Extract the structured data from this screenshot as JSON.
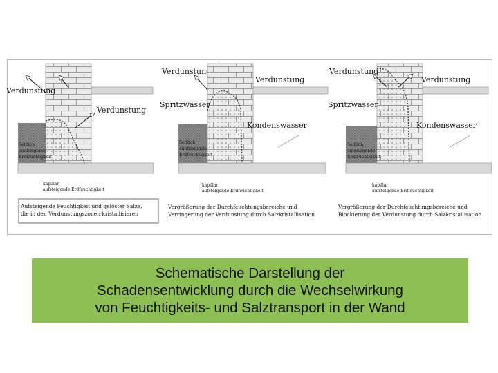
{
  "panels": [
    {
      "labels": {
        "evap_top": "Verdunstung",
        "evap_left": "Verdunstung",
        "evap_mid": "Verdunstung",
        "side_moisture": "Seitlich\neindringende\nErdfeuchtigkeit",
        "capillary": "kapillar\naufsteigende Erdfeuchtigkeit",
        "caption": "Aufsteigende Feuchtigkeit und gelöster Salze,\ndie in den Verdunstungszonen kristallisieren"
      }
    },
    {
      "labels": {
        "evap_top": "Verdunstung",
        "spray": "Spritzwasser",
        "condensate": "Kondenswasser",
        "side_moisture": "Seitlich\neindringende\nErdfeuchtigkeit",
        "capillary": "kapillar\naufsteigende Erdfeuchtigkeit",
        "caption": "Vergrößerung der Durchfeuchtungsbereiche und\nVerringerung der Verdunstung durch Salzkristallisation"
      }
    },
    {
      "labels": {
        "evap_top": "Verdunstung",
        "evap_right": "Verdunstung",
        "spray": "Spritzwasser",
        "condensate": "Kondenswasser",
        "side_moisture": "Seitlich\neindringende\nErdfeuchtigkeit",
        "capillary": "kapillar\naufsteigende Erdfeuchtigkeit",
        "caption": "Vergrößerung der Durchfeuchtungsbereiche und\nBlockierung der Verdunstung durch Salzkristallisation"
      }
    }
  ],
  "caption_banner": {
    "text": "Schematische Darstellung der\nSchadensentwicklung durch die Wechselwirkung\nvon Feuchtigkeits- und Salztransport in der Wand",
    "color": "#8dbf54"
  },
  "colors": {
    "brick_fill": "#ececec",
    "mortar": "#9a9a9a",
    "slab": "#d8d8d8",
    "ground": "#7a7a7a",
    "moisture_line": "#333333"
  }
}
